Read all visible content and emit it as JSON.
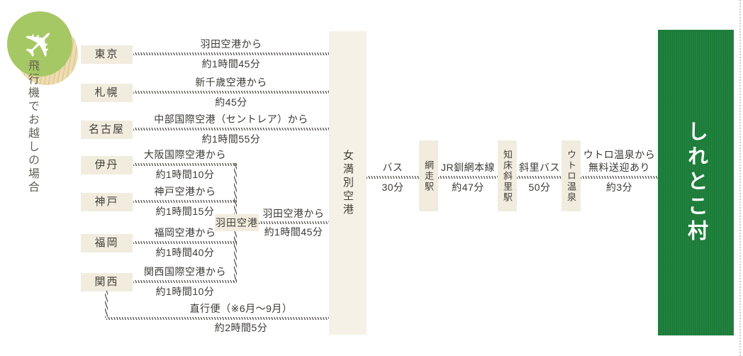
{
  "heading": {
    "label": "飛行機でお越しの場合"
  },
  "icons": {
    "airplane_glyph": "✈"
  },
  "origins": [
    {
      "name": "東京",
      "route": "羽田空港から",
      "time": "約1時間45分"
    },
    {
      "name": "札幌",
      "route": "新千歳空港から",
      "time": "約45分"
    },
    {
      "name": "名古屋",
      "route": "中部国際空港（セントレア）から",
      "time": "約1時間55分"
    },
    {
      "name": "伊丹",
      "route": "大阪国際空港から",
      "time": "約1時間10分"
    },
    {
      "name": "神戸",
      "route": "神戸空港から",
      "time": "約1時間15分"
    },
    {
      "name": "福岡",
      "route": "福岡空港から",
      "time": "約1時間40分"
    },
    {
      "name": "関西",
      "route": "関西国際空港から",
      "time": "約1時間10分"
    }
  ],
  "haneda_hub": {
    "name": "羽田空港",
    "route": "羽田空港から",
    "time": "約1時間45分"
  },
  "direct_flight": {
    "route": "直行便（※6月～9月）",
    "time": "約2時間5分"
  },
  "memanbetsu": {
    "name": "女満別空港"
  },
  "transit": {
    "bus": {
      "mode": "バス",
      "time": "30分"
    },
    "abashiri": {
      "name": "網走駅"
    },
    "jr": {
      "mode": "JR釧網本線",
      "time": "約47分"
    },
    "shari": {
      "name": "知床斜里駅"
    },
    "shari_bus": {
      "mode": "斜里バス",
      "time": "50分"
    },
    "utoro": {
      "name": "ウトロ温泉"
    },
    "shuttle": {
      "mode_line1": "ウトロ温泉から",
      "mode_line2": "無料送迎あり",
      "time": "約3分"
    }
  },
  "destination": {
    "name": "しれとこ村"
  },
  "colors": {
    "banner_green": "#1b7c38",
    "icon_green": "#a6c864",
    "icon_shadow_tan": "#eeddb2",
    "box_beige": "#f2ecdf",
    "line_dark": "#56534b"
  }
}
